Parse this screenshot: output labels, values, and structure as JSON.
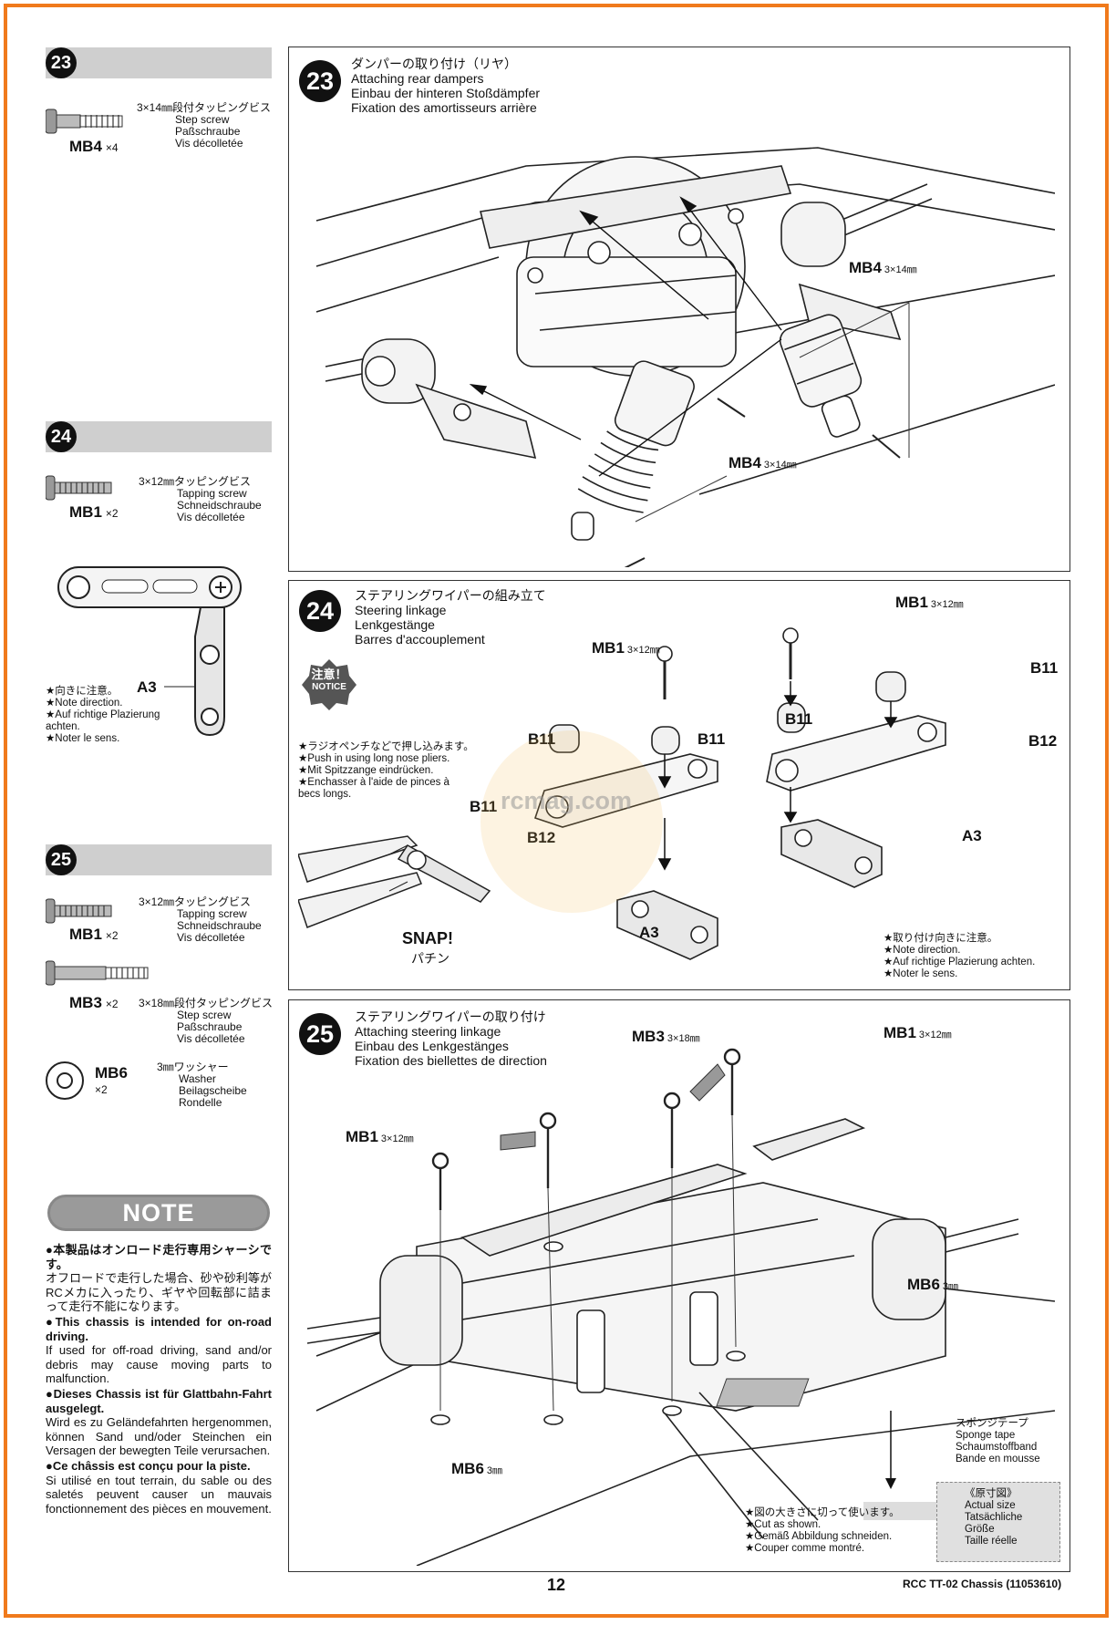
{
  "sidebar": {
    "step23": {
      "num": "23",
      "part": "MB4",
      "qty": "×4",
      "desc_jp": "3×14㎜段付タッピングビス",
      "desc": [
        "Step screw",
        "Paßschraube",
        "Vis décolletée"
      ]
    },
    "step24": {
      "num": "24",
      "part": "MB1",
      "qty": "×2",
      "desc_jp": "3×12㎜タッピングビス",
      "desc": [
        "Tapping screw",
        "Schneidschraube",
        "Vis décolletée"
      ],
      "a3_label": "A3",
      "note_lines": [
        "★向きに注意。",
        "★Note direction.",
        "★Auf richtige Plazierung",
        "achten.",
        "★Noter le sens."
      ]
    },
    "step25": {
      "num": "25",
      "mb1": {
        "part": "MB1",
        "qty": "×2",
        "desc_jp": "3×12㎜タッピングビス",
        "desc": [
          "Tapping screw",
          "Schneidschraube",
          "Vis décolletée"
        ]
      },
      "mb3": {
        "part": "MB3",
        "qty": "×2",
        "desc_jp": "3×18㎜段付タッピングビス",
        "desc": [
          "Step screw",
          "Paßschraube",
          "Vis décolletée"
        ]
      },
      "mb6": {
        "part": "MB6",
        "qty": "×2",
        "desc_jp": "3㎜ワッシャー",
        "desc": [
          "Washer",
          "Beilagscheibe",
          "Rondelle"
        ]
      }
    },
    "note": {
      "title": "NOTE",
      "paragraphs": [
        {
          "head": "●本製品はオンロード走行専用シャーシです。",
          "body": "オフロードで走行した場合、砂や砂利等がRCメカに入ったり、ギヤや回転部に詰まって走行不能になります。"
        },
        {
          "head": "●This chassis is intended for on-road driving.",
          "body": "If used for off-road driving, sand and/or debris may cause moving parts to malfunction."
        },
        {
          "head": "●Dieses Chassis ist für Glattbahn-Fahrt ausgelegt.",
          "body": "Wird es zu Geländefahrten hergenommen, können Sand und/oder Steinchen ein Versagen der bewegten Teile verursachen."
        },
        {
          "head": "●Ce châssis est conçu pour la piste.",
          "body": "Si utilisé en tout terrain, du sable ou des saletés peuvent causer un mauvais fonctionnement des pièces en mouvement."
        }
      ]
    }
  },
  "panel23": {
    "num": "23",
    "title_jp": "ダンパーの取り付け（リヤ）",
    "title": [
      "Attaching rear dampers",
      "Einbau der hinteren Stoßdämpfer",
      "Fixation des amortisseurs arrière"
    ],
    "label_top": "MB4",
    "label_top_size": "3×14㎜",
    "label_bottom": "MB4",
    "label_bottom_size": "3×14㎜"
  },
  "panel24": {
    "num": "24",
    "title_jp": "ステアリングワイパーの組み立て",
    "title": [
      "Steering linkage",
      "Lenkgestänge",
      "Barres d'accouplement"
    ],
    "notice_jp": "注意！",
    "notice": "NOTICE",
    "tips": [
      "★ラジオペンチなどで押し込みます。",
      "★Push in using long nose pliers.",
      "★Mit Spitzzange eindrücken.",
      "★Enchasser à l'aide de pinces à",
      "becs longs."
    ],
    "snap": "SNAP!",
    "snap_jp": "パチン",
    "mb1_a": "MB1",
    "mb1_a_size": "3×12㎜",
    "mb1_b": "MB1",
    "mb1_b_size": "3×12㎜",
    "b11": "B11",
    "b12": "B12",
    "a3": "A3",
    "direction_note": [
      "★取り付け向きに注意。",
      "★Note direction.",
      "★Auf richtige Plazierung achten.",
      "★Noter le sens."
    ]
  },
  "panel25": {
    "num": "25",
    "title_jp": "ステアリングワイパーの取り付け",
    "title": [
      "Attaching steering linkage",
      "Einbau des Lenkgestänges",
      "Fixation des biellettes de direction"
    ],
    "mb3": "MB3",
    "mb3_size": "3×18㎜",
    "mb1": "MB1",
    "mb1_size": "3×12㎜",
    "mb6": "MB6",
    "mb6_size": "3㎜",
    "sponge": [
      "スポンジテープ",
      "Sponge tape",
      "Schaumstoffband",
      "Bande en mousse"
    ],
    "cut_note": [
      "★図の大きさに切って使います。",
      "★Cut as shown.",
      "★Gemäß Abbildung schneiden.",
      "★Couper comme montré."
    ],
    "actual": [
      "《原寸図》",
      "Actual size",
      "Tatsächliche",
      "Größe",
      "Taille réelle"
    ]
  },
  "footer": {
    "page": "12",
    "doc": "RCC TT-02 Chassis (11053610)"
  },
  "watermark": "rcmag.com"
}
